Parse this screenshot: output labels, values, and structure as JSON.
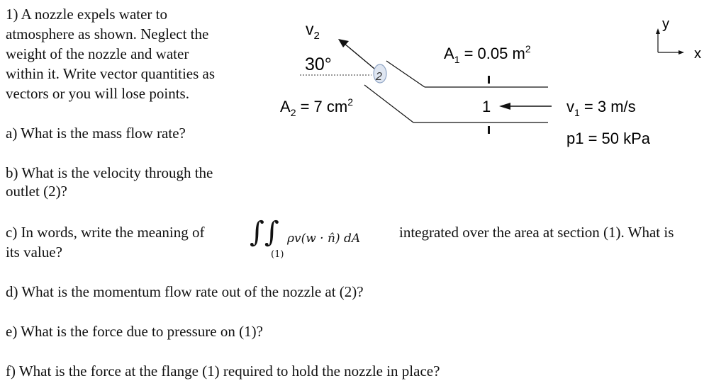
{
  "problem": {
    "lines": [
      "1) A nozzle expels water to",
      "atmosphere as shown. Neglect the",
      "weight of the nozzle and water",
      "within it. Write vector quantities as",
      "vectors or you will lose points."
    ]
  },
  "questions": {
    "a": "a) What is the mass flow rate?",
    "b1": "b) What is the velocity through the",
    "b2": "outlet (2)?",
    "c1": "c) In words, write the meaning of",
    "c_after": "integrated over the area at section (1). What is",
    "c2": "its value?",
    "d": "d) What is the momentum flow rate out of the nozzle at (2)?",
    "e": "e) What is the force due to pressure on (1)?",
    "f": "f) What is the force at the flange (1) required to hold the nozzle in place?"
  },
  "integral": {
    "sign": "∫∫",
    "subscript": "(1)",
    "integrand": "ρv(w · n̂) dA"
  },
  "diagram": {
    "v2": "v",
    "v2_sub": "2",
    "angle": "30°",
    "A2": "A",
    "A2_sub": "2",
    "A2_val": " = 7 cm",
    "A2_sup": "2",
    "outlet_label": "2",
    "A1": "A",
    "A1_sub": "1",
    "A1_val": " = 0.05 m",
    "A1_sup": "2",
    "section_label": "1",
    "v1": "v",
    "v1_sub": "1",
    "v1_val": " = 3 m/s",
    "p1": "p1 = 50 kPa",
    "axis_y": "y",
    "axis_x": "x"
  }
}
